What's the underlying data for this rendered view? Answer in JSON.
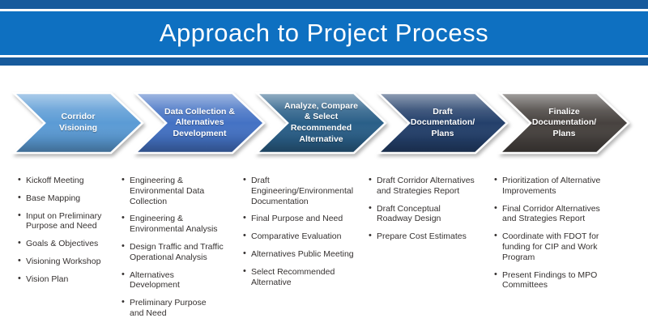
{
  "slide": {
    "title": "Approach to Project Process"
  },
  "theme": {
    "banner_stripe_color": "#175A9C",
    "banner_band_color": "#0E70C1",
    "title_text_color": "#FFFFFF",
    "stage_label_color": "#FFFFFF",
    "body_text_color": "#353130"
  },
  "process": {
    "stages": [
      {
        "label": [
          "Corridor",
          "Visioning"
        ],
        "color": "#5B9BD5",
        "items": [
          [
            "Kickoff Meeting"
          ],
          [
            "Base Mapping"
          ],
          [
            "Input on Preliminary",
            "Purpose and Need"
          ],
          [
            "Goals & Objectives"
          ],
          [
            "Visioning Workshop"
          ],
          [
            "Vision Plan"
          ]
        ]
      },
      {
        "label": [
          "Data Collection &",
          "Alternatives",
          "Development"
        ],
        "color": "#4472C4",
        "items": [
          [
            "Engineering &",
            "Environmental Data",
            "Collection"
          ],
          [
            "Engineering &",
            "Environmental Analysis"
          ],
          [
            "Design Traffic and Traffic",
            "Operational Analysis"
          ],
          [
            "Alternatives",
            "Development"
          ],
          [
            "Preliminary Purpose",
            "and Need"
          ]
        ]
      },
      {
        "label": [
          "Analyze, Compare",
          "& Select",
          "Recommended",
          "Alternative"
        ],
        "color": "#2A5F88",
        "items": [
          [
            "Draft",
            "Engineering/Environmental",
            "Documentation"
          ],
          [
            "Final Purpose and Need"
          ],
          [
            "Comparative Evaluation"
          ],
          [
            "Alternatives Public Meeting"
          ],
          [
            "Select Recommended",
            "Alternative"
          ]
        ]
      },
      {
        "label": [
          "Draft",
          "Documentation/",
          "Plans"
        ],
        "color": "#24406B",
        "items": [
          [
            "Draft Corridor Alternatives",
            "and Strategies Report"
          ],
          [
            "Draft Conceptual",
            "Roadway Design"
          ],
          [
            "Prepare Cost Estimates"
          ]
        ]
      },
      {
        "label": [
          "Finalize",
          "Documentation/",
          "Plans"
        ],
        "color": "#47423F",
        "items": [
          [
            "Prioritization of Alternative",
            "Improvements"
          ],
          [
            "Final Corridor Alternatives",
            "and Strategies Report"
          ],
          [
            "Coordinate with FDOT  for",
            "funding for CIP and Work",
            "Program"
          ],
          [
            "Present Findings to MPO",
            "Committees"
          ]
        ]
      }
    ]
  }
}
